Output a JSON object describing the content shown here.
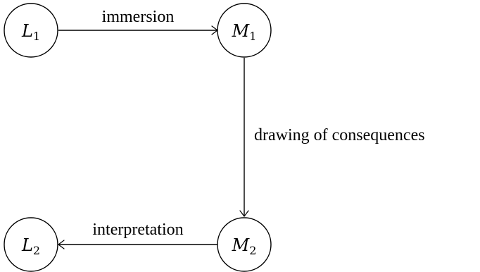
{
  "nodes": {
    "l1": {
      "letter": "L",
      "subscript": "1"
    },
    "m1": {
      "letter": "M",
      "subscript": "1"
    },
    "m2": {
      "letter": "M",
      "subscript": "2"
    },
    "l2": {
      "letter": "L",
      "subscript": "2"
    }
  },
  "edges": {
    "l1_to_m1": {
      "label": "immersion"
    },
    "m1_to_m2": {
      "label": "drawing of consequences"
    },
    "m2_to_l2": {
      "label": "interpretation"
    }
  }
}
